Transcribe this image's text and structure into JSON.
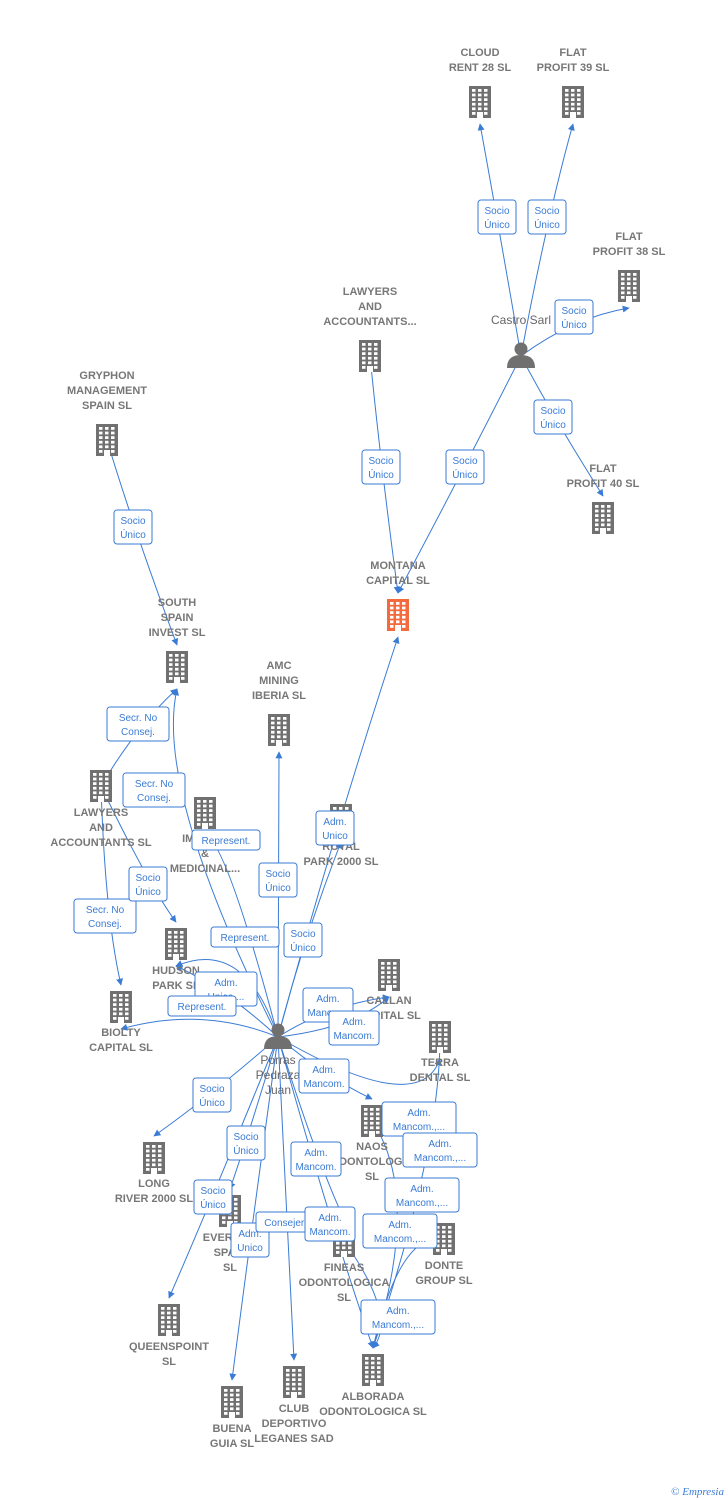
{
  "colors": {
    "edge": "#3a7bd5",
    "company": "#707070",
    "focus_company": "#f26a3d",
    "person": "#707070"
  },
  "nodes": [
    {
      "id": "cloud28",
      "type": "company",
      "lines": [
        "CLOUD",
        "RENT 28  SL"
      ]
    },
    {
      "id": "flat39",
      "type": "company",
      "lines": [
        "FLAT",
        "PROFIT 39  SL"
      ]
    },
    {
      "id": "flat38",
      "type": "company",
      "lines": [
        "FLAT",
        "PROFIT 38  SL"
      ]
    },
    {
      "id": "lawyers1",
      "type": "company",
      "lines": [
        "LAWYERS",
        "AND",
        "ACCOUNTANTS..."
      ]
    },
    {
      "id": "castro",
      "type": "person",
      "lines": [
        "Castro Sarl"
      ]
    },
    {
      "id": "gryphon",
      "type": "company",
      "lines": [
        "GRYPHON",
        "MANAGEMENT",
        "SPAIN  SL"
      ]
    },
    {
      "id": "flat40",
      "type": "company",
      "lines": [
        "FLAT",
        "PROFIT 40  SL"
      ]
    },
    {
      "id": "montana",
      "type": "focus",
      "lines": [
        "MONTANA",
        "CAPITAL  SL"
      ]
    },
    {
      "id": "southspain",
      "type": "company",
      "lines": [
        "SOUTH",
        "SPAIN",
        "INVEST SL"
      ]
    },
    {
      "id": "amc",
      "type": "company",
      "lines": [
        "AMC",
        "MINING",
        "IBERIA  SL"
      ]
    },
    {
      "id": "lawyers2",
      "type": "company",
      "lines": [
        "LAWYERS",
        "AND",
        "ACCOUNTANTS SL"
      ]
    },
    {
      "id": "immuno",
      "type": "company",
      "lines": [
        "IMMUNO",
        "&",
        "MEDICINAL..."
      ]
    },
    {
      "id": "royal",
      "type": "company",
      "lines": [
        "ROYAL",
        "PARK 2000  SL"
      ]
    },
    {
      "id": "hudson",
      "type": "company",
      "lines": [
        "HUDSON",
        "PARK SL"
      ]
    },
    {
      "id": "biolty",
      "type": "company",
      "lines": [
        "BIOLTY",
        "CAPITAL SL"
      ]
    },
    {
      "id": "callan",
      "type": "company",
      "lines": [
        "CALLAN",
        "CAPITAL SL"
      ]
    },
    {
      "id": "terra",
      "type": "company",
      "lines": [
        "TERRA",
        "DENTAL SL"
      ]
    },
    {
      "id": "porras",
      "type": "person",
      "lines": [
        "Porras",
        "Pedraza",
        "Juan"
      ]
    },
    {
      "id": "naos",
      "type": "company",
      "lines": [
        "NAOS",
        "ODONTOLOGIA",
        "SL"
      ]
    },
    {
      "id": "longriver",
      "type": "company",
      "lines": [
        "LONG",
        "RIVER 2000  SL"
      ]
    },
    {
      "id": "evermed",
      "type": "company",
      "lines": [
        "EVERMED",
        "SPAIN",
        "SL"
      ]
    },
    {
      "id": "fineas",
      "type": "company",
      "lines": [
        "FINEAS",
        "ODONTOLOGICA",
        "SL"
      ]
    },
    {
      "id": "donte",
      "type": "company",
      "lines": [
        "DONTE",
        "GROUP  SL"
      ]
    },
    {
      "id": "queens",
      "type": "company",
      "lines": [
        "QUEENSPOINT",
        "SL"
      ]
    },
    {
      "id": "alborada",
      "type": "company",
      "lines": [
        "ALBORADA",
        "ODONTOLOGICA SL"
      ]
    },
    {
      "id": "buena",
      "type": "company",
      "lines": [
        "BUENA",
        "GUIA  SL"
      ]
    },
    {
      "id": "club",
      "type": "company",
      "lines": [
        "CLUB",
        "DEPORTIVO",
        "LEGANES SAD"
      ]
    }
  ],
  "edges": [
    {
      "from": "castro",
      "to": "cloud28",
      "label": [
        "Socio",
        "Único"
      ]
    },
    {
      "from": "castro",
      "to": "flat39",
      "label": [
        "Socio",
        "Único"
      ]
    },
    {
      "from": "castro",
      "to": "flat38",
      "label": [
        "Socio",
        "Único"
      ]
    },
    {
      "from": "castro",
      "to": "flat40",
      "label": [
        "Socio",
        "Único"
      ]
    },
    {
      "from": "castro",
      "to": "montana",
      "label": [
        "Socio",
        "Único"
      ]
    },
    {
      "from": "lawyers1",
      "to": "montana",
      "label": [
        "Socio",
        "Único"
      ]
    },
    {
      "from": "gryphon",
      "to": "southspain",
      "label": [
        "Socio",
        "Único"
      ]
    },
    {
      "from": "lawyers2",
      "to": "southspain",
      "label": [
        "Secr.  No",
        "Consej."
      ]
    },
    {
      "from": "lawyers2",
      "to": "biolty",
      "label": [
        "Secr.  No",
        "Consej."
      ]
    },
    {
      "from": "lawyers2",
      "to": "hudson",
      "label": [
        "Socio",
        "Único"
      ]
    },
    {
      "from": "porras",
      "to": "southspain",
      "label": [
        "Secr.  No",
        "Consej."
      ]
    },
    {
      "from": "porras",
      "to": "montana",
      "label": [
        "Adm.",
        "Unico"
      ]
    },
    {
      "from": "porras",
      "to": "immuno",
      "label": [
        "Represent."
      ]
    },
    {
      "from": "porras",
      "to": "amc",
      "label": [
        "Socio",
        "Único"
      ]
    },
    {
      "from": "porras",
      "to": "hudson",
      "label": [
        "Represent."
      ]
    },
    {
      "from": "porras",
      "to": "royal",
      "label": [
        "Socio",
        "Único"
      ]
    },
    {
      "from": "porras",
      "to": "hudson",
      "label": [
        "Adm.",
        "Unico,..."
      ]
    },
    {
      "from": "porras",
      "to": "biolty",
      "label": [
        "Represent."
      ]
    },
    {
      "from": "porras",
      "to": "callan",
      "label": [
        "Adm.",
        "Mancom."
      ]
    },
    {
      "from": "porras",
      "to": "callan",
      "label": [
        "Adm.",
        "Mancom."
      ]
    },
    {
      "from": "porras",
      "to": "naos",
      "label": [
        "Adm.",
        "Mancom."
      ]
    },
    {
      "from": "porras",
      "to": "longriver",
      "label": [
        "Socio",
        "Único"
      ]
    },
    {
      "from": "porras",
      "to": "terra",
      "label": [
        "Adm.",
        "Mancom.,..."
      ]
    },
    {
      "from": "porras",
      "to": "evermed",
      "label": [
        "Socio",
        "Único"
      ]
    },
    {
      "from": "porras",
      "to": "fineas",
      "label": [
        "Adm.",
        "Mancom."
      ]
    },
    {
      "from": "porras",
      "to": "queens",
      "label": [
        "Socio",
        "Único"
      ]
    },
    {
      "from": "porras",
      "to": "buena",
      "label": [
        "Adm.",
        "Unico"
      ]
    },
    {
      "from": "porras",
      "to": "club",
      "label": [
        "Consejero"
      ]
    },
    {
      "from": "porras",
      "to": "alborada",
      "label": [
        "Adm.",
        "Mancom."
      ]
    },
    {
      "from": "terra",
      "to": "alborada",
      "label": [
        "Adm.",
        "Mancom.,..."
      ]
    },
    {
      "from": "naos",
      "to": "alborada",
      "label": [
        "Adm.",
        "Mancom.,..."
      ]
    },
    {
      "from": "donte",
      "to": "alborada",
      "label": [
        "Adm.",
        "Mancom.,..."
      ]
    },
    {
      "from": "fineas",
      "to": "alborada",
      "label": [
        "Adm.",
        "Mancom.,..."
      ]
    }
  ],
  "credit": {
    "symbol": "©",
    "brand": "Empresia"
  }
}
